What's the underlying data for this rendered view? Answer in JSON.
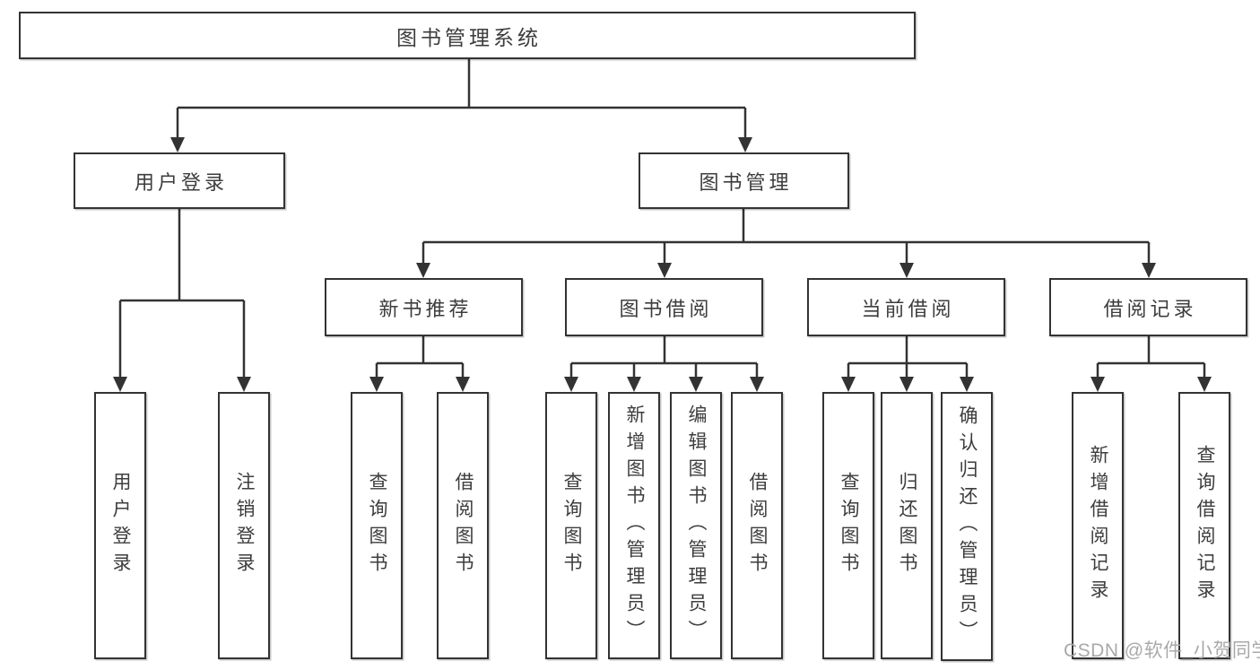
{
  "diagram": {
    "root": {
      "label": "图书管理系统",
      "children": [
        {
          "label": "用户登录",
          "children": [
            {
              "label": "用户登录"
            },
            {
              "label": "注销登录"
            }
          ]
        },
        {
          "label": "图书管理",
          "children": [
            {
              "label": "新书推荐",
              "children": [
                {
                  "label": "查询图书"
                },
                {
                  "label": "借阅图书"
                }
              ]
            },
            {
              "label": "图书借阅",
              "children": [
                {
                  "label": "查询图书"
                },
                {
                  "label": "新增图书（管理员）"
                },
                {
                  "label": "编辑图书（管理员）"
                },
                {
                  "label": "借阅图书"
                }
              ]
            },
            {
              "label": "当前借阅",
              "children": [
                {
                  "label": "查询图书"
                },
                {
                  "label": "归还图书"
                },
                {
                  "label": "确认归还（管理员）"
                }
              ]
            },
            {
              "label": "借阅记录",
              "children": [
                {
                  "label": "新增借阅记录"
                },
                {
                  "label": "查询借阅记录"
                }
              ]
            }
          ]
        }
      ]
    }
  },
  "watermark": {
    "text": "CSDN @软件_小贺同学"
  },
  "colors": {
    "line": "#333333",
    "text": "#3d3d3d",
    "watermark": "#a9a9a9",
    "background": "#ffffff"
  }
}
